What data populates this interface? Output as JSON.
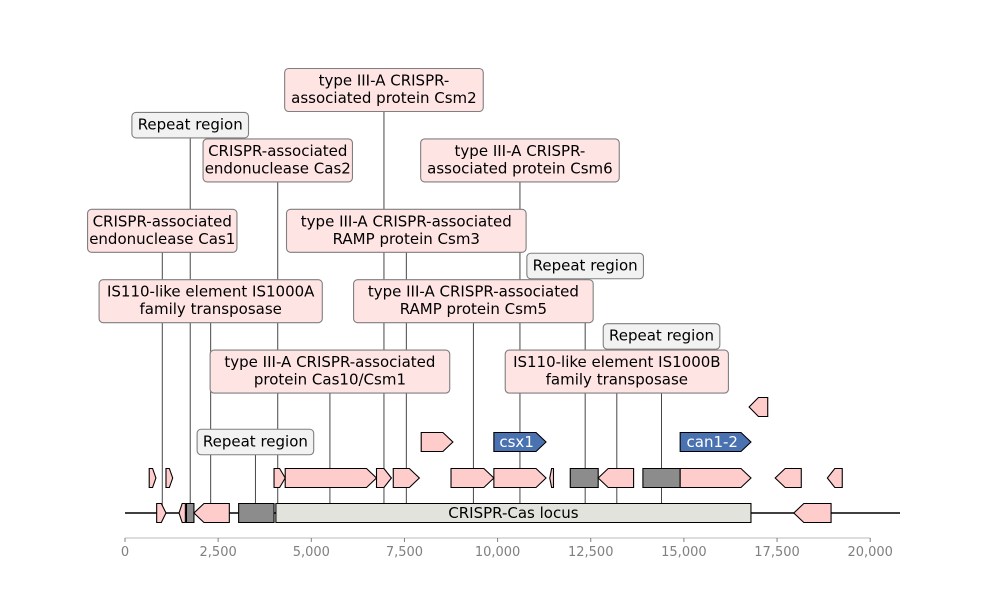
{
  "chart_data": {
    "type": "genome-map",
    "x_range": [
      0,
      20800
    ],
    "ticks": [
      0,
      2500,
      5000,
      7500,
      10000,
      12500,
      15000,
      17500,
      20000
    ],
    "tick_labels": [
      "0",
      "2,500",
      "5,000",
      "7,500",
      "10,000",
      "12,500",
      "15,000",
      "17,500",
      "20,000"
    ],
    "colors": {
      "gene": "#ffcccc",
      "gene_inline": "#ffcccc",
      "named_gene": "#4a72b0",
      "repeat": "#8c8c8c",
      "locus": "#e3e3dd",
      "label_pink": "#ffe4e4",
      "label_gray": "#f2f2f2",
      "axis_text": "#808080"
    },
    "features": [
      {
        "start": 650,
        "end": 830,
        "strand": 1,
        "row": 2
      },
      {
        "start": 1100,
        "end": 1280,
        "strand": 1,
        "row": 2
      },
      {
        "start": 850,
        "end": 1100,
        "strand": 1,
        "row": 1
      },
      {
        "start": 1450,
        "end": 1620,
        "strand": -1,
        "row": 1
      },
      {
        "start": 1650,
        "end": 1850,
        "strand": 0,
        "row": 1,
        "kind": "repeat"
      },
      {
        "start": 1850,
        "end": 2800,
        "strand": -1,
        "row": 1
      },
      {
        "start": 3050,
        "end": 4000,
        "strand": 0,
        "row": 1,
        "kind": "repeat"
      },
      {
        "start": 4050,
        "end": 16800,
        "strand": 0,
        "row": 1,
        "kind": "locus",
        "label": "CRISPR-Cas locus"
      },
      {
        "start": 17950,
        "end": 18950,
        "strand": -1,
        "row": 1
      },
      {
        "start": 4000,
        "end": 4300,
        "strand": 1,
        "row": 2
      },
      {
        "start": 4300,
        "end": 6750,
        "strand": 1,
        "row": 2
      },
      {
        "start": 6750,
        "end": 7150,
        "strand": 1,
        "row": 2
      },
      {
        "start": 7200,
        "end": 7900,
        "strand": 1,
        "row": 2
      },
      {
        "start": 8750,
        "end": 9900,
        "strand": 1,
        "row": 2
      },
      {
        "start": 9900,
        "end": 11300,
        "strand": 1,
        "row": 2
      },
      {
        "start": 11400,
        "end": 11500,
        "strand": -1,
        "row": 2
      },
      {
        "start": 11950,
        "end": 12700,
        "strand": 0,
        "row": 2,
        "kind": "repeat"
      },
      {
        "start": 12700,
        "end": 13650,
        "strand": -1,
        "row": 2
      },
      {
        "start": 13900,
        "end": 14900,
        "strand": 0,
        "row": 2,
        "kind": "repeat"
      },
      {
        "start": 14900,
        "end": 16800,
        "strand": 1,
        "row": 2
      },
      {
        "start": 17450,
        "end": 18150,
        "strand": -1,
        "row": 2
      },
      {
        "start": 18850,
        "end": 19250,
        "strand": -1,
        "row": 2
      },
      {
        "start": 7950,
        "end": 8800,
        "strand": 1,
        "row": 3
      },
      {
        "start": 9900,
        "end": 11300,
        "strand": 1,
        "row": 3,
        "kind": "named",
        "label": "csx1"
      },
      {
        "start": 14900,
        "end": 16800,
        "strand": 1,
        "row": 3,
        "kind": "named",
        "label": "can1-2"
      },
      {
        "start": 16750,
        "end": 17250,
        "strand": -1,
        "row": 4
      }
    ],
    "annotations": [
      {
        "x": 1000,
        "label_x": 1000,
        "level": 7,
        "lines": [
          "CRISPR-associated",
          "endonuclease Cas1"
        ],
        "style": "pink"
      },
      {
        "x": 1750,
        "label_x": 1750,
        "level": 10,
        "lines": [
          "Repeat region"
        ],
        "style": "gray"
      },
      {
        "x": 2300,
        "label_x": 2300,
        "level": 5,
        "lines": [
          "IS110-like element IS1000A",
          "family transposase"
        ],
        "style": "pink"
      },
      {
        "x": 3500,
        "label_x": 3500,
        "level": 1,
        "lines": [
          "Repeat region"
        ],
        "style": "gray"
      },
      {
        "x": 4100,
        "label_x": 4100,
        "level": 9,
        "lines": [
          "CRISPR-associated",
          "endonuclease Cas2"
        ],
        "style": "pink"
      },
      {
        "x": 5500,
        "label_x": 5500,
        "level": 3,
        "lines": [
          "type III-A CRISPR-associated",
          "protein Cas10/Csm1"
        ],
        "style": "pink"
      },
      {
        "x": 6950,
        "label_x": 6950,
        "level": 11,
        "lines": [
          "type III-A CRISPR-",
          "associated protein Csm2"
        ],
        "style": "pink"
      },
      {
        "x": 7550,
        "label_x": 7550,
        "level": 7,
        "lines": [
          "type III-A CRISPR-associated",
          "RAMP protein Csm3"
        ],
        "style": "pink"
      },
      {
        "x": 9350,
        "label_x": 9350,
        "level": 5,
        "lines": [
          "type III-A CRISPR-associated",
          "RAMP protein Csm5"
        ],
        "style": "pink"
      },
      {
        "x": 10600,
        "label_x": 10600,
        "level": 9,
        "lines": [
          "type III-A CRISPR-",
          "associated protein Csm6"
        ],
        "style": "pink"
      },
      {
        "x": 12350,
        "label_x": 12350,
        "level": 6,
        "lines": [
          "Repeat region"
        ],
        "style": "gray"
      },
      {
        "x": 13200,
        "label_x": 13200,
        "level": 3,
        "lines": [
          "IS110-like element IS1000B",
          "family transposase"
        ],
        "style": "pink"
      },
      {
        "x": 14400,
        "label_x": 14400,
        "level": 4,
        "lines": [
          "Repeat region"
        ],
        "style": "gray"
      }
    ]
  }
}
